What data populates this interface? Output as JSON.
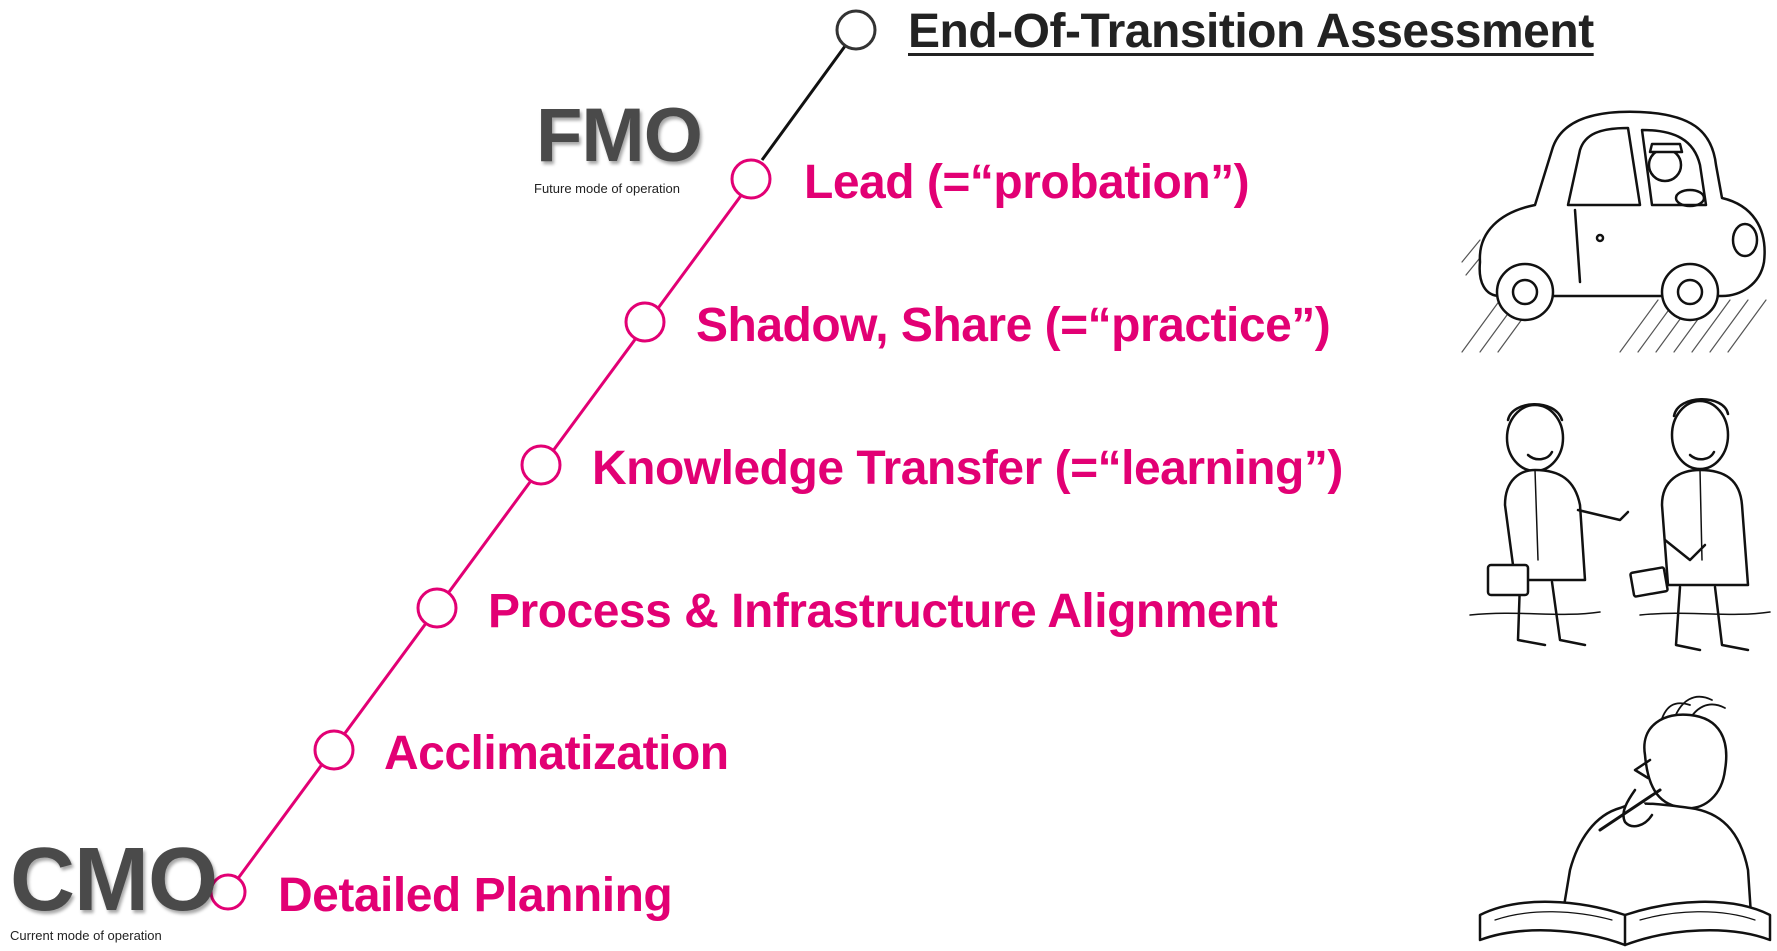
{
  "colors": {
    "accent": "#e20074",
    "dark": "#222222"
  },
  "steps": [
    {
      "label": "Detailed Planning"
    },
    {
      "label": "Acclimatization"
    },
    {
      "label": "Process & Infrastructure Alignment"
    },
    {
      "label": "Knowledge Transfer (=“learning”)"
    },
    {
      "label": "Shadow, Share (=“practice”)"
    },
    {
      "label": "Lead (=“probation”)"
    }
  ],
  "final_step": {
    "label": "End-Of-Transition Assessment"
  },
  "fmo": {
    "abbr": "FMO",
    "desc": "Future mode of operation"
  },
  "cmo": {
    "abbr": "CMO",
    "desc": "Current mode of operation"
  },
  "illustrations": [
    {
      "icon": "car-driver-illustration"
    },
    {
      "icon": "two-businessmen-illustration"
    },
    {
      "icon": "thinking-man-illustration"
    }
  ]
}
